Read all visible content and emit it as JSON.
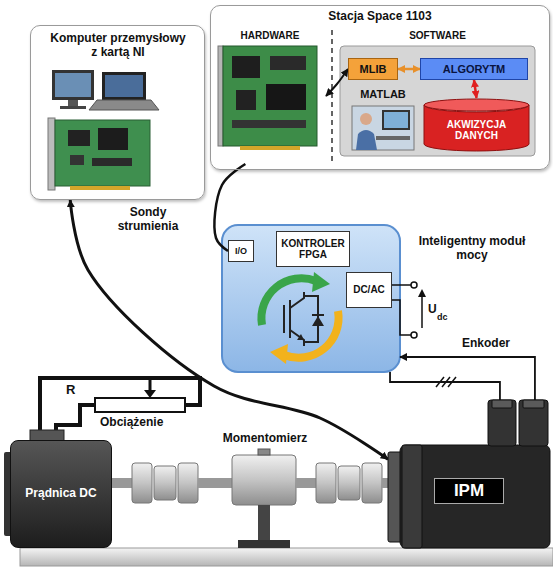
{
  "diagram": {
    "nodes": [
      {
        "text": [
          "Stacja Space 1103"
        ]
      },
      {
        "text": [
          "HARDWARE"
        ],
        "in": 0
      },
      {
        "text": [
          "SOFTWARE"
        ],
        "in": 0
      },
      {
        "text": [
          "MLIB"
        ],
        "in": 2
      },
      {
        "text": [
          "ALGORYTM"
        ],
        "in": 2
      },
      {
        "text": [
          "AKWIZYCJA DANYCH"
        ],
        "in": 2
      },
      {
        "text": [
          "Komputer przemysłowy z kartą NI"
        ]
      },
      {
        "text": [
          "Inteligentny moduł mocy"
        ]
      },
      {
        "text": [
          "KONTROLER FPGA"
        ],
        "in": 7
      },
      {
        "text": [
          "I/O"
        ],
        "in": 7
      },
      {
        "text": [
          "DC/AC"
        ],
        "in": 7
      },
      {
        "text": [
          "Prądnica DC"
        ]
      },
      {
        "text": [
          "IPM"
        ]
      }
    ],
    "edges": [
      {
        "from": 3,
        "to": 4,
        "arrow": "both"
      },
      {
        "from": 4,
        "to": 5,
        "arrow": "both"
      },
      {
        "from": 1,
        "to": 3,
        "arrow": "both"
      },
      {
        "from": 9,
        "to": 1,
        "arrow": "none"
      },
      {
        "from": 6,
        "to": 12,
        "arrow": "both"
      },
      {
        "from": 12,
        "to": 7,
        "arrow": "to"
      },
      {
        "from": 7,
        "to": 12,
        "arrow": "none"
      }
    ],
    "labels": [
      "MATLAB",
      "Sondy strumienia",
      "U",
      "dc",
      "Enkoder",
      "R",
      "Obciążenie",
      "Momentomierz"
    ]
  }
}
